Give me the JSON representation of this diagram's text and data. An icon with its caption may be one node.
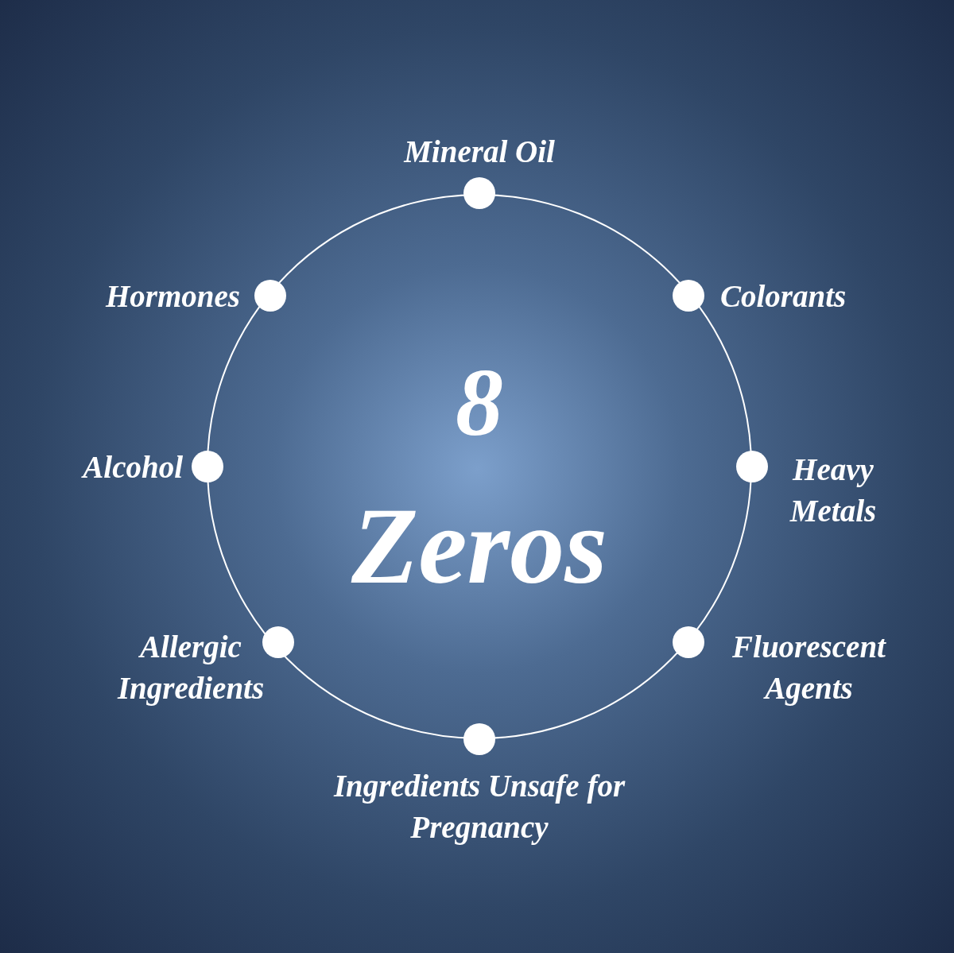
{
  "diagram": {
    "nodes": [
      {
        "text": [
          "8",
          "Zeros"
        ]
      },
      {
        "text": [],
        "shape": "circle",
        "beside": [
          "Mineral Oil"
        ]
      },
      {
        "text": [],
        "shape": "circle",
        "beside": [
          "Hormones"
        ]
      },
      {
        "text": [],
        "shape": "circle",
        "beside": [
          "Colorants"
        ]
      },
      {
        "text": [],
        "shape": "circle",
        "beside": [
          "Alcohol"
        ]
      },
      {
        "text": [],
        "shape": "circle",
        "beside": [
          "Heavy Metals"
        ]
      },
      {
        "text": [],
        "shape": "circle",
        "beside": [
          "Allergic Ingredients"
        ]
      },
      {
        "text": [],
        "shape": "circle",
        "beside": [
          "Fluorescent Agents"
        ]
      },
      {
        "text": [],
        "shape": "circle",
        "beside": [
          "Ingredients Unsafe for Pregnancy"
        ]
      }
    ]
  }
}
